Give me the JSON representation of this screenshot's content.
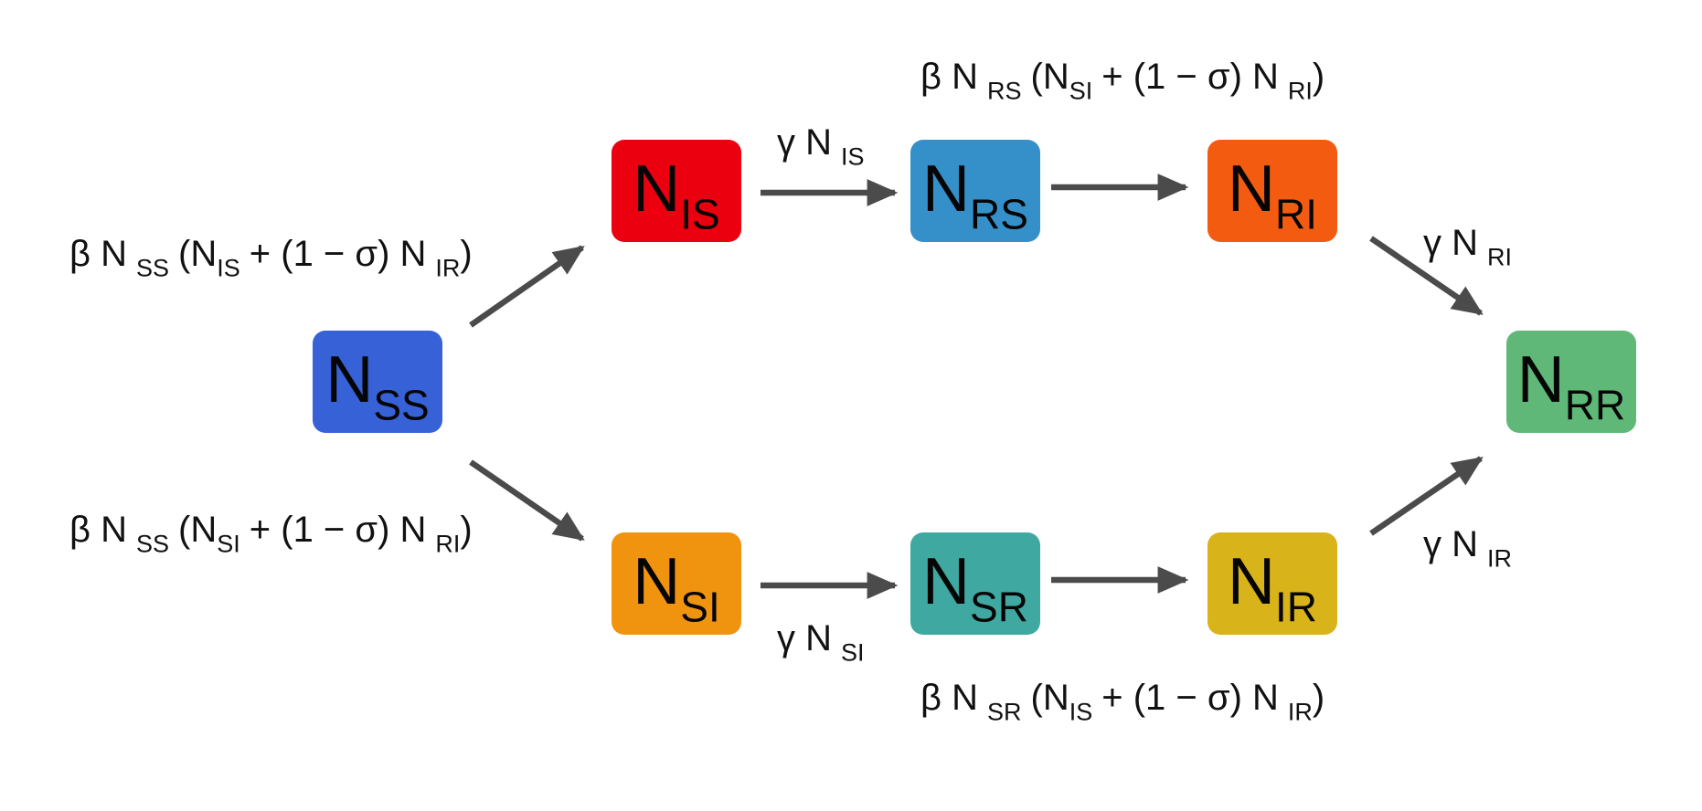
{
  "colors": {
    "arrow": "#4b4b4b",
    "text": "#111111"
  },
  "nodes": {
    "ss": {
      "main": "N",
      "sub": "SS",
      "color": "#3761d6"
    },
    "is": {
      "main": "N",
      "sub": "IS",
      "color": "#ea000f"
    },
    "si": {
      "main": "N",
      "sub": "SI",
      "color": "#f0940f"
    },
    "rs": {
      "main": "N",
      "sub": "RS",
      "color": "#3590c9"
    },
    "sr": {
      "main": "N",
      "sub": "SR",
      "color": "#3fa9a1"
    },
    "ri": {
      "main": "N",
      "sub": "RI",
      "color": "#f35c10"
    },
    "ir": {
      "main": "N",
      "sub": "IR",
      "color": "#d9b31a"
    },
    "rr": {
      "main": "N",
      "sub": "RR",
      "color": "#5fb877"
    }
  },
  "labels": {
    "ss_is": {
      "c1": "β N",
      "s1": "SS",
      "c2": "(N",
      "s2": "IS",
      "c3": "+ (1 − σ) N",
      "s3": "IR",
      "c4": ")"
    },
    "ss_si": {
      "c1": "β N",
      "s1": "SS",
      "c2": "(N",
      "s2": "SI",
      "c3": "+ (1 − σ) N",
      "s3": "RI",
      "c4": ")"
    },
    "is_rs": {
      "c1": "γ N",
      "s1": "IS"
    },
    "si_sr": {
      "c1": "γ N",
      "s1": "SI"
    },
    "rs_ri": {
      "c1": "β N",
      "s1": "RS",
      "c2": "(N",
      "s2": "SI",
      "c3": "+ (1 − σ) N",
      "s3": "RI",
      "c4": ")"
    },
    "sr_ir": {
      "c1": "β N",
      "s1": "SR",
      "c2": "(N",
      "s2": "IS",
      "c3": "+ (1 − σ) N",
      "s3": "IR",
      "c4": ")"
    },
    "ri_rr": {
      "c1": "γ N",
      "s1": "RI"
    },
    "ir_rr": {
      "c1": "γ N",
      "s1": "IR"
    }
  }
}
